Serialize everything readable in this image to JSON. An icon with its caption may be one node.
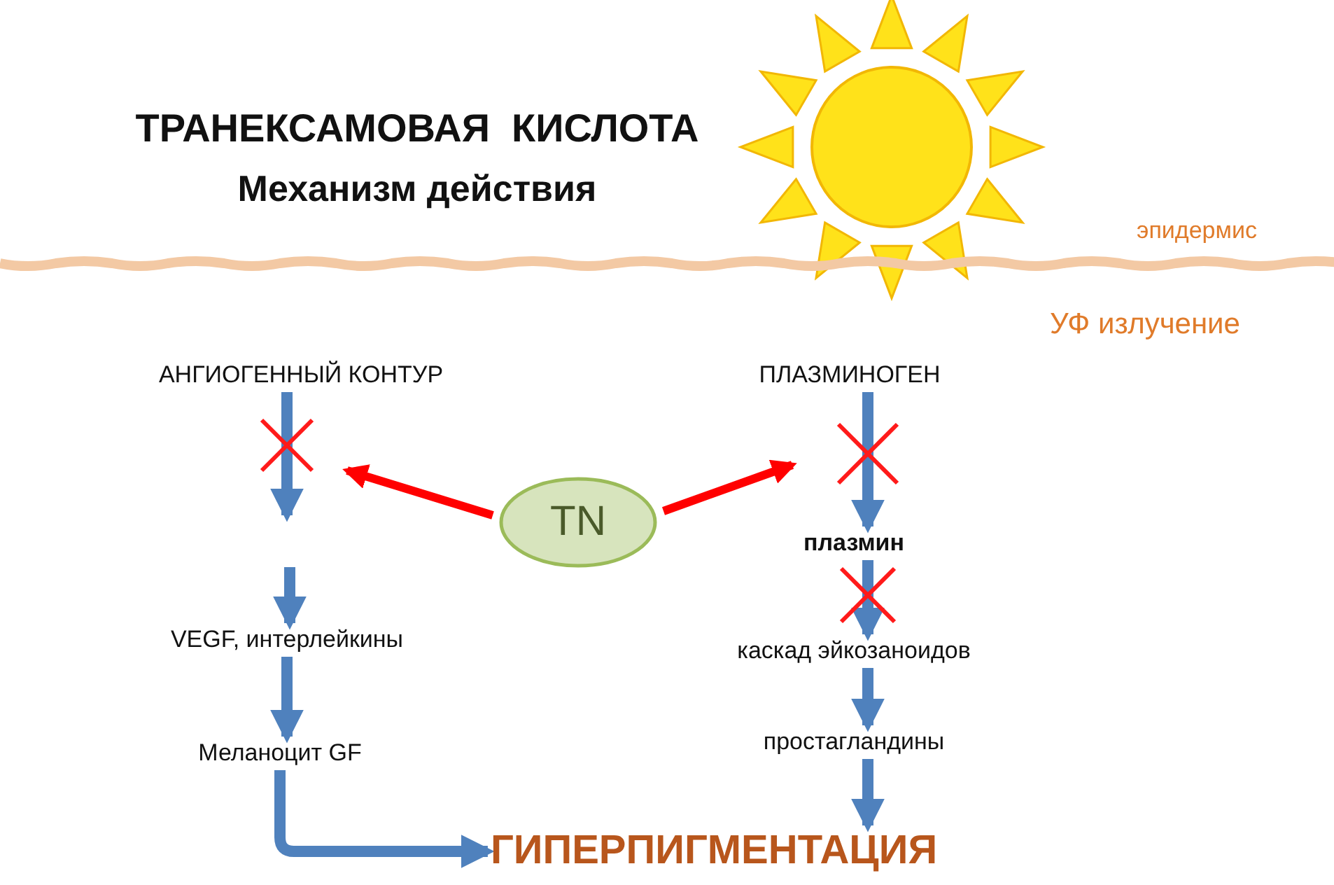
{
  "diagram": {
    "title": "ТРАНЕКСАМОВАЯ  КИСЛОТА",
    "nodes": [
      {
        "text": [
          "АНГИОГЕННЫЙ КОНТУР"
        ]
      },
      {
        "text": [
          "VEGF, интерлейкины"
        ]
      },
      {
        "text": [
          "Меланоцит GF"
        ]
      },
      {
        "text": [
          "TN"
        ]
      },
      {
        "text": [
          "ПЛАЗМИНОГЕН"
        ]
      },
      {
        "text": [
          "плазмин"
        ]
      },
      {
        "text": [
          "каскад эйкозаноидов"
        ]
      },
      {
        "text": [
          "простагландины"
        ]
      },
      {
        "text": [
          "ГИПЕРПИГМЕНТАЦИЯ"
        ]
      }
    ],
    "edges": [
      {
        "from": 0,
        "to": null,
        "arrow": "to"
      },
      {
        "from": null,
        "to": 1,
        "arrow": "to"
      },
      {
        "from": 1,
        "to": 2,
        "arrow": "to"
      },
      {
        "from": 2,
        "to": 8,
        "arrow": "to"
      },
      {
        "from": 3,
        "to": null,
        "arrow": "to",
        "color": "#ff0000"
      },
      {
        "from": 3,
        "to": null,
        "arrow": "to",
        "color": "#ff0000"
      },
      {
        "from": 4,
        "to": 5,
        "arrow": "to"
      },
      {
        "from": 5,
        "to": 6,
        "arrow": "to"
      },
      {
        "from": 6,
        "to": 7,
        "arrow": "to"
      },
      {
        "from": 7,
        "to": 8,
        "arrow": "to"
      }
    ],
    "labels": [
      "Механизм действия",
      "эпидермис",
      "УФ излучение"
    ]
  }
}
